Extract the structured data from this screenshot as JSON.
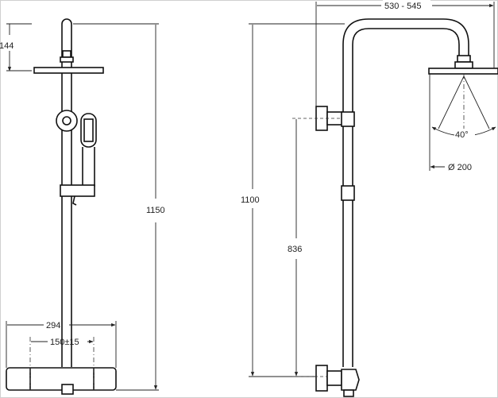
{
  "dimensions": {
    "handset_height": "144",
    "total_height": "1150",
    "rail_height": "1100",
    "arm_reach": "530 - 545",
    "slider_travel": "836",
    "mixer_width": "294",
    "inlet_spacing": "150±15",
    "spray_angle": "40°",
    "head_diameter": "Ø 200"
  },
  "colors": {
    "line": "#111111",
    "background": "#ffffff"
  }
}
